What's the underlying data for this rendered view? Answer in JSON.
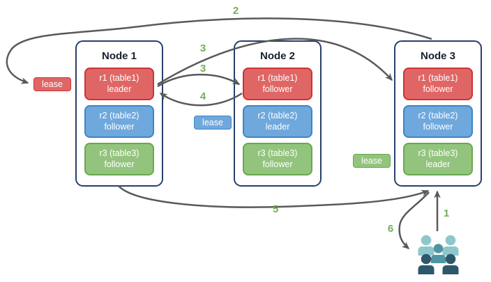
{
  "diagram": {
    "nodes": [
      {
        "title": "Node 1",
        "replicas": [
          {
            "name": "r1 (table1)",
            "role": "leader",
            "color_key": "red"
          },
          {
            "name": "r2 (table2)",
            "role": "follower",
            "color_key": "blue"
          },
          {
            "name": "r3 (table3)",
            "role": "follower",
            "color_key": "green"
          }
        ]
      },
      {
        "title": "Node 2",
        "replicas": [
          {
            "name": "r1 (table1)",
            "role": "follower",
            "color_key": "red"
          },
          {
            "name": "r2 (table2)",
            "role": "leader",
            "color_key": "blue"
          },
          {
            "name": "r3 (table3)",
            "role": "follower",
            "color_key": "green"
          }
        ]
      },
      {
        "title": "Node 3",
        "replicas": [
          {
            "name": "r1 (table1)",
            "role": "follower",
            "color_key": "red"
          },
          {
            "name": "r2 (table2)",
            "role": "follower",
            "color_key": "blue"
          },
          {
            "name": "r3 (table3)",
            "role": "leader",
            "color_key": "green"
          }
        ]
      }
    ],
    "leases": [
      {
        "label": "lease",
        "color_key": "red",
        "near": "Node 1 r1 leader"
      },
      {
        "label": "lease",
        "color_key": "blue",
        "near": "Node 2 r2 leader"
      },
      {
        "label": "lease",
        "color_key": "green",
        "near": "Node 3 r3 leader"
      }
    ],
    "steps": {
      "s1": "1",
      "s2": "2",
      "s3a": "3",
      "s3b": "3",
      "s4": "4",
      "s5": "5",
      "s6": "6"
    },
    "icons": {
      "users": "users-group-icon"
    },
    "colors": {
      "replica_red_fill": "#e06666",
      "replica_red_border": "#cc3333",
      "replica_blue_fill": "#6fa8dc",
      "replica_blue_border": "#3d85c6",
      "replica_green_fill": "#93c47d",
      "replica_green_border": "#6aa84f",
      "node_border": "#27406b",
      "arrow_gray": "#595959",
      "step_label_green": "#74ad58",
      "users_light_teal": "#8dc7cb",
      "users_mid_teal": "#4f96a1",
      "users_dark_teal": "#2d586b"
    }
  }
}
